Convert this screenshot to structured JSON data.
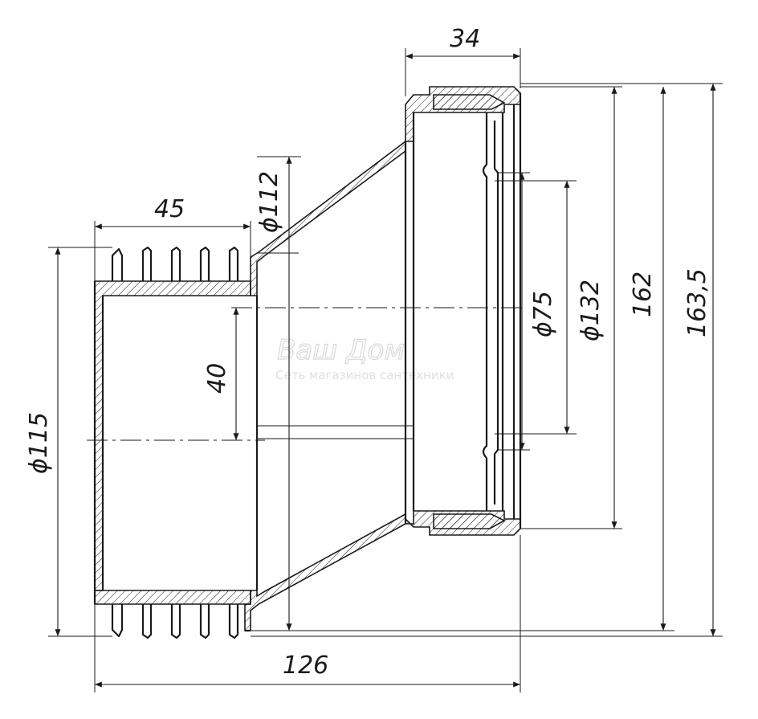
{
  "dimensions": {
    "width_34": "34",
    "length_45": "45",
    "dia_112": "ϕ112",
    "offset_40": "40",
    "dia_75": "ϕ75",
    "dia_132": "ϕ132",
    "height_162": "162",
    "height_163_5": "163,5",
    "dia_115": "ϕ115",
    "length_126": "126"
  },
  "watermark": {
    "brand": "Ваш Дом",
    "tagline": "Сеть магазинов сантехники"
  }
}
